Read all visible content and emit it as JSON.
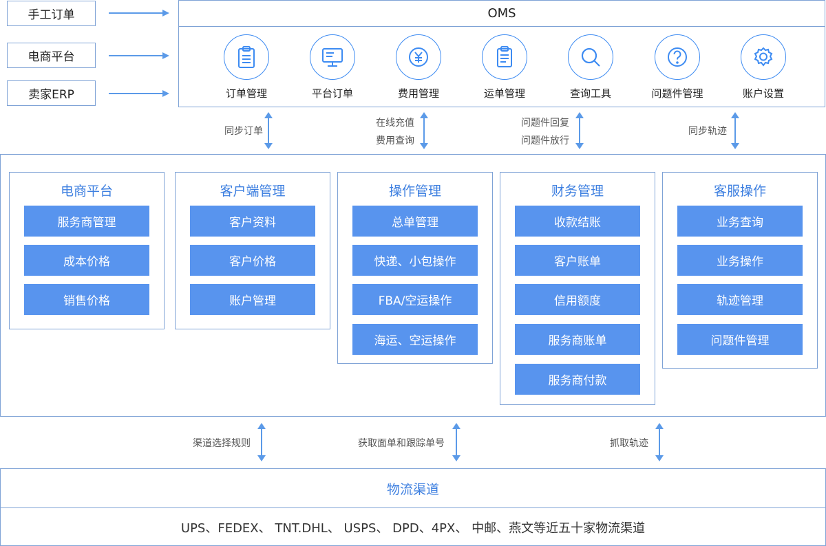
{
  "sources": [
    {
      "label": "手工订单"
    },
    {
      "label": "电商平台"
    },
    {
      "label": "卖家ERP"
    }
  ],
  "oms": {
    "title": "OMS",
    "items": [
      {
        "label": "订单管理",
        "icon": "clipboard-list-icon"
      },
      {
        "label": "平台订单",
        "icon": "monitor-icon"
      },
      {
        "label": "费用管理",
        "icon": "yen-coin-icon"
      },
      {
        "label": "运单管理",
        "icon": "waybill-clipboard-icon"
      },
      {
        "label": "查询工具",
        "icon": "search-icon"
      },
      {
        "label": "问题件管理",
        "icon": "question-icon"
      },
      {
        "label": "账户设置",
        "icon": "gear-icon"
      }
    ]
  },
  "top_connectors": [
    {
      "lines": [
        "同步订单"
      ]
    },
    {
      "lines": [
        "在线充值",
        "费用查询"
      ]
    },
    {
      "lines": [
        "问题件回复",
        "问题件放行"
      ]
    },
    {
      "lines": [
        "同步轨迹"
      ]
    }
  ],
  "modules": [
    {
      "title": "电商平台",
      "items": [
        "服务商管理",
        "成本价格",
        "销售价格"
      ]
    },
    {
      "title": "客户端管理",
      "items": [
        "客户资料",
        "客户价格",
        "账户管理"
      ]
    },
    {
      "title": "操作管理",
      "items": [
        "总单管理",
        "快递、小包操作",
        "FBA/空运操作",
        "海运、空运操作"
      ]
    },
    {
      "title": "财务管理",
      "items": [
        "收款结账",
        "客户账单",
        "信用额度",
        "服务商账单",
        "服务商付款"
      ]
    },
    {
      "title": "客服操作",
      "items": [
        "业务查询",
        "业务操作",
        "轨迹管理",
        "问题件管理"
      ]
    }
  ],
  "bottom_connectors": [
    {
      "lines": [
        "渠道选择规则"
      ]
    },
    {
      "lines": [
        "获取面单和跟踪单号"
      ]
    },
    {
      "lines": [
        "抓取轨迹"
      ]
    }
  ],
  "logistics": {
    "title": "物流渠道",
    "description": "UPS、FEDEX、 TNT.DHL、 USPS、 DPD、4PX、 中邮、燕文等近五十家物流渠道"
  },
  "colors": {
    "accent": "#3d8bf2",
    "item_fill": "#5894ee",
    "border": "#7fa3d6",
    "arrow": "#5b9ae8"
  }
}
